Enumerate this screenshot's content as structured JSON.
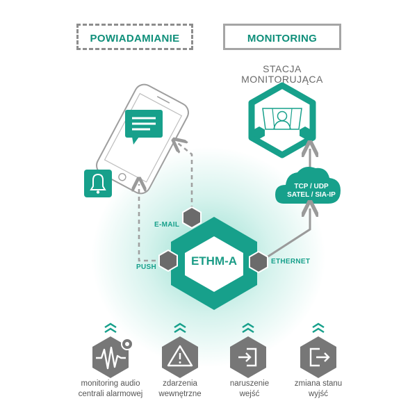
{
  "header": {
    "notification_label": "POWIADAMIANIE",
    "monitoring_label": "MONITORING"
  },
  "station": {
    "label_line1": "STACJA",
    "label_line2": "MONITORUJĄCA"
  },
  "cloud": {
    "line1": "TCP / UDP",
    "line2": "SATEL / SIA-IP"
  },
  "device": {
    "name": "ETHM-A"
  },
  "connections": {
    "email": "E-MAIL",
    "push": "PUSH",
    "ethernet": "ETHERNET"
  },
  "features": [
    {
      "line1": "monitoring audio",
      "line2": "centrali alarmowej"
    },
    {
      "line1": "zdarzenia",
      "line2": "wewnętrzne"
    },
    {
      "line1": "naruszenie",
      "line2": "wejść"
    },
    {
      "line1": "zmiana stanu",
      "line2": "wyjść"
    }
  ],
  "colors": {
    "teal": "#17a08b",
    "teal_dark": "#0f8f7a",
    "gray": "#8d8d8d",
    "dark_gray": "#6b6b6b"
  }
}
